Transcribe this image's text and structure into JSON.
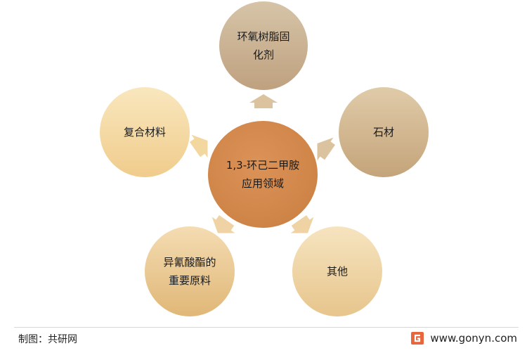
{
  "diagram": {
    "center": {
      "line1": "1,3-环己二甲胺",
      "line2": "应用领域"
    },
    "nodes": {
      "top": {
        "line1": "环氧树脂固",
        "line2": "化剂"
      },
      "right": {
        "line1": "石材"
      },
      "left": {
        "line1": "复合材料"
      },
      "bottom_left": {
        "line1": "异氰酸酯的",
        "line2": "重要原料"
      },
      "bottom_right": {
        "line1": "其他"
      }
    }
  },
  "footer": {
    "credit": "制图：共研网",
    "website": "www.gonyn.com"
  },
  "colors": {
    "center": "#d2884a",
    "arrow": "#dcc3a0",
    "logo": "#e8663c"
  }
}
